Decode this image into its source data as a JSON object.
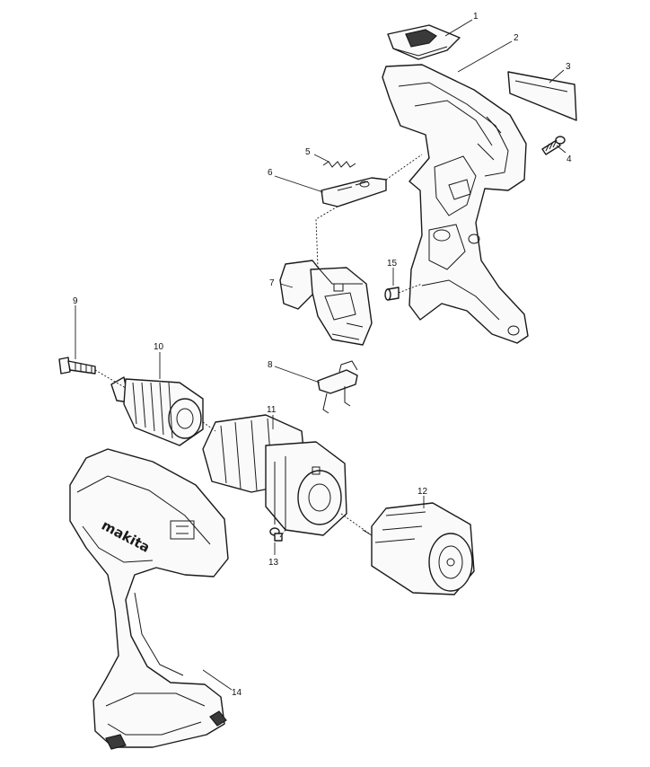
{
  "callouts": {
    "p1": "1",
    "p2": "2",
    "p3": "3",
    "p4": "4",
    "p5": "5",
    "p6": "6",
    "p7": "7",
    "p8": "8",
    "p9": "9",
    "p10": "10",
    "p11": "11",
    "p12": "12",
    "p13": "13",
    "p14": "14",
    "p15": "15"
  },
  "brand_text": "makita",
  "colors": {
    "line": "#1a1a1a",
    "background": "#ffffff",
    "fill": "#fafafa"
  }
}
